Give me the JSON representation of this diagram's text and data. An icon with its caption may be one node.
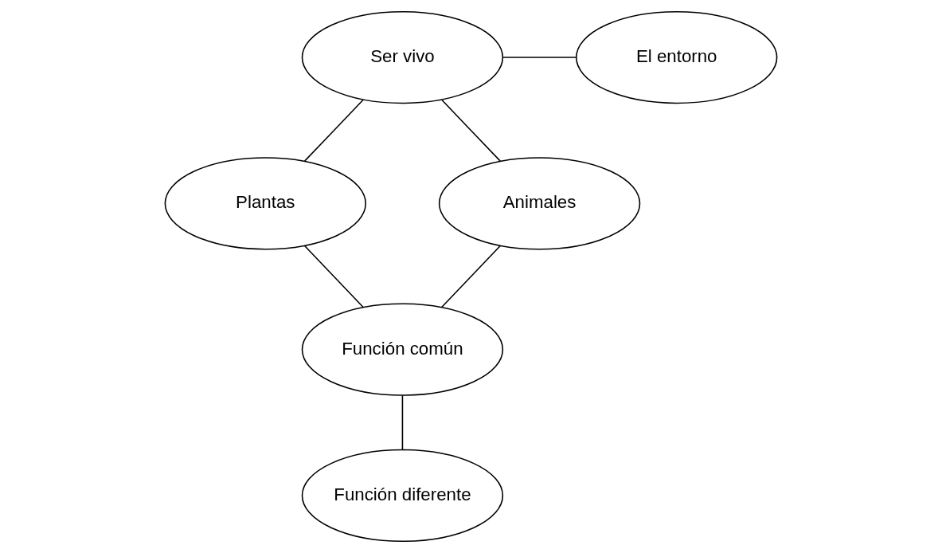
{
  "diagram": {
    "nodes": [
      {
        "text": [
          "Ser vivo"
        ]
      },
      {
        "text": [
          "El entorno"
        ]
      },
      {
        "text": [
          "Plantas"
        ]
      },
      {
        "text": [
          "Animales"
        ]
      },
      {
        "text": [
          "Función común"
        ]
      },
      {
        "text": [
          "Función diferente"
        ]
      }
    ],
    "edges": [
      {
        "from": 0,
        "to": 1,
        "arrow": "none"
      },
      {
        "from": 0,
        "to": 2,
        "arrow": "none"
      },
      {
        "from": 0,
        "to": 3,
        "arrow": "none"
      },
      {
        "from": 2,
        "to": 4,
        "arrow": "none"
      },
      {
        "from": 3,
        "to": 4,
        "arrow": "none"
      },
      {
        "from": 4,
        "to": 5,
        "arrow": "none"
      }
    ]
  }
}
